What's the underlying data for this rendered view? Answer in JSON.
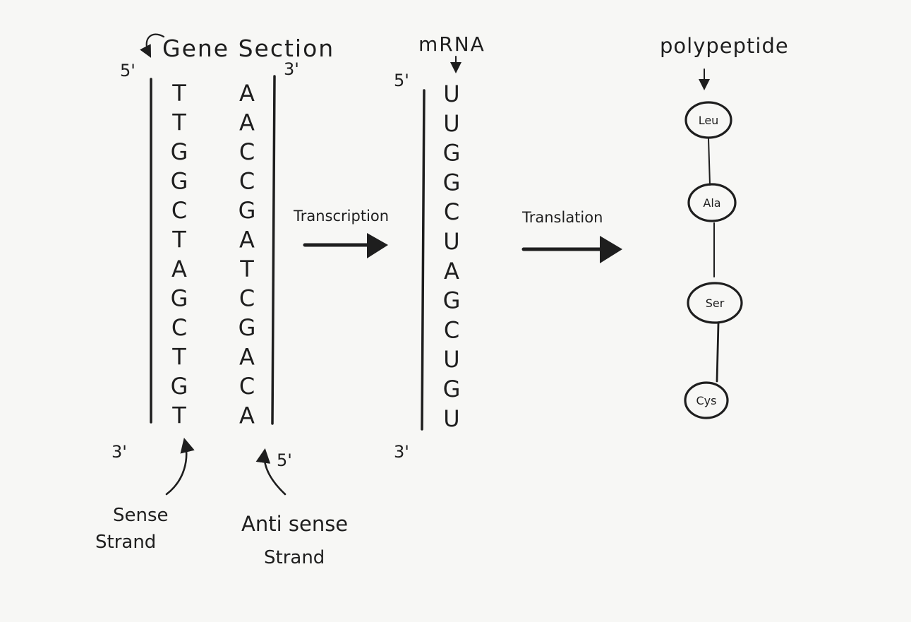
{
  "gene": {
    "title": "Gene Section",
    "sense_5prime": "5'",
    "sense_3prime": "3'",
    "anti_3prime": "3'",
    "anti_5prime": "5'",
    "sense_label_line1": "Sense",
    "sense_label_line2": "Strand",
    "anti_label_line1": "Anti sense",
    "anti_label_line2": "Strand",
    "sense_bases": [
      "T",
      "T",
      "G",
      "G",
      "C",
      "T",
      "A",
      "G",
      "C",
      "T",
      "G",
      "T"
    ],
    "anti_bases": [
      "A",
      "A",
      "C",
      "C",
      "G",
      "A",
      "T",
      "C",
      "G",
      "A",
      "C",
      "A"
    ]
  },
  "transcription": {
    "label": "Transcription"
  },
  "mrna": {
    "title": "mRNA",
    "end_5prime": "5'",
    "end_3prime": "3'",
    "bases": [
      "U",
      "U",
      "G",
      "G",
      "C",
      "U",
      "A",
      "G",
      "C",
      "U",
      "G",
      "U"
    ]
  },
  "translation": {
    "label": "Translation"
  },
  "polypeptide": {
    "title": "polypeptide",
    "amino_acids": [
      "Leu",
      "Ala",
      "Ser",
      "Cys"
    ]
  },
  "colors": {
    "ink": "#1e1e1e",
    "paper": "#f7f7f5"
  }
}
